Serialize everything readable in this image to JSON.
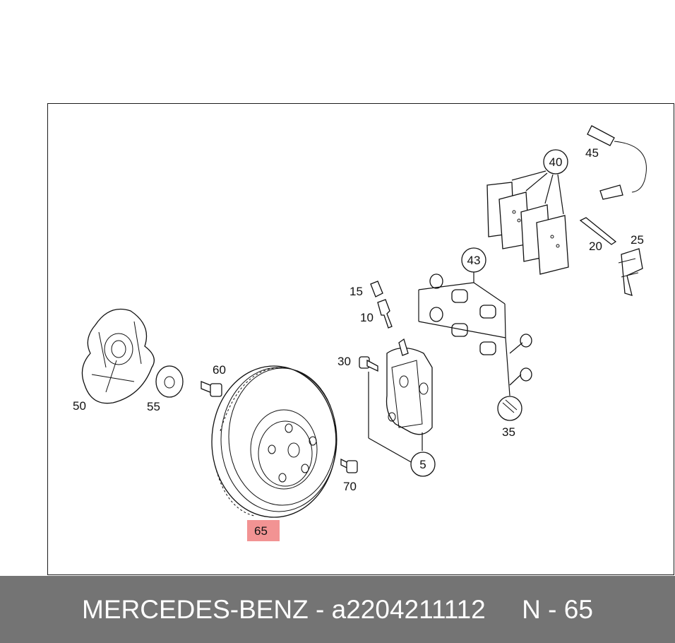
{
  "diagram": {
    "part_labels": {
      "p45": "45",
      "p40": "40",
      "p25": "25",
      "p20": "20",
      "p43": "43",
      "p15": "15",
      "p10": "10",
      "p30": "30",
      "p60": "60",
      "p50": "50",
      "p55": "55",
      "p65": "65",
      "p70": "70",
      "p5": "5",
      "p35": "35"
    },
    "highlighted_part": "65",
    "highlight_color": "#f08080"
  },
  "footer": {
    "brand": "MERCEDES-BENZ",
    "separator": " - ",
    "part_number": "a2204211112",
    "gap": "     ",
    "position_ref": "N - 65",
    "background_color": "#747474"
  }
}
